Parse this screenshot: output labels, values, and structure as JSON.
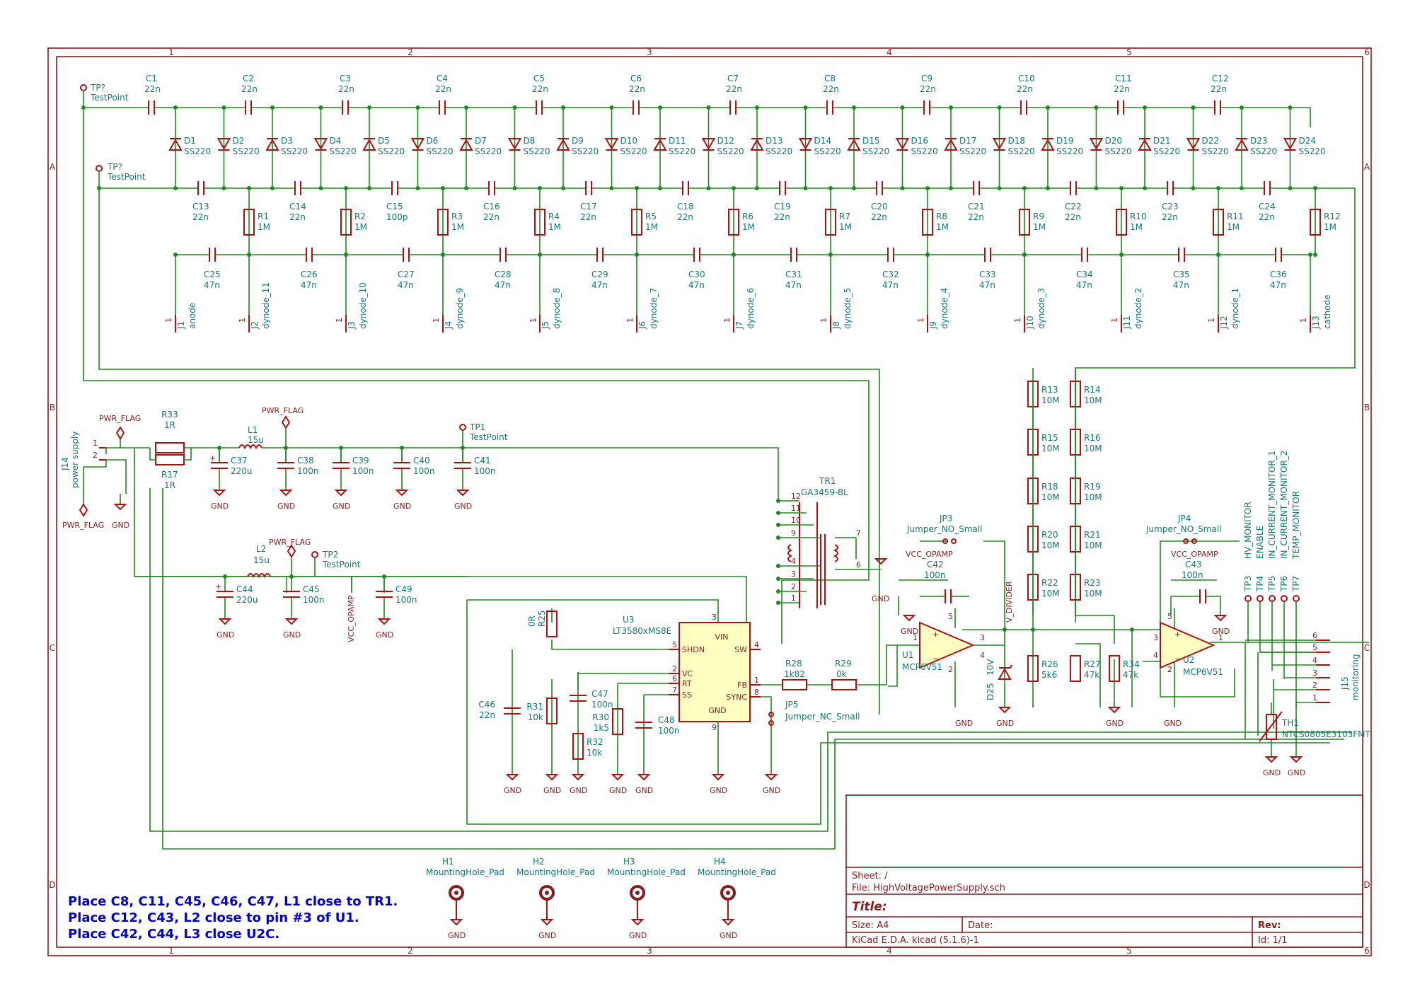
{
  "sheet_grid": {
    "cols": [
      "1",
      "2",
      "3",
      "4",
      "5",
      "6"
    ],
    "rows": [
      "A",
      "B",
      "C",
      "D"
    ]
  },
  "notes": [
    "Place C8, C11, C45, C46, C47, L1 close to TR1.",
    "Place C12, C43, L2 close to pin #3 of U1.",
    "Place C42, C44, L3 close U2C."
  ],
  "title_block": {
    "sheet": "Sheet: /",
    "file": "File: HighVoltagePowerSupply.sch",
    "title": "Title:",
    "size": "Size: A4",
    "date": "Date:",
    "rev": "Rev:",
    "tool": "KiCad E.D.A.  kicad (5.1.6)-1",
    "id": "Id: 1/1"
  },
  "ladder": {
    "series_caps": [
      {
        "ref": "C1",
        "val": "22n"
      },
      {
        "ref": "C2",
        "val": "22n"
      },
      {
        "ref": "C3",
        "val": "22n"
      },
      {
        "ref": "C4",
        "val": "22n"
      },
      {
        "ref": "C5",
        "val": "22n"
      },
      {
        "ref": "C6",
        "val": "22n"
      },
      {
        "ref": "C7",
        "val": "22n"
      },
      {
        "ref": "C8",
        "val": "22n"
      },
      {
        "ref": "C9",
        "val": "22n"
      },
      {
        "ref": "C10",
        "val": "22n"
      },
      {
        "ref": "C11",
        "val": "22n"
      },
      {
        "ref": "C12",
        "val": "22n"
      }
    ],
    "diodes": [
      "D1",
      "D2",
      "D3",
      "D4",
      "D5",
      "D6",
      "D7",
      "D8",
      "D9",
      "D10",
      "D11",
      "D12",
      "D13",
      "D14",
      "D15",
      "D16",
      "D17",
      "D18",
      "D19",
      "D20",
      "D21",
      "D22",
      "D23",
      "D24"
    ],
    "diode_val": "SS220",
    "mid_caps": [
      {
        "ref": "C13",
        "val": "22n"
      },
      {
        "ref": "C14",
        "val": "22n"
      },
      {
        "ref": "C15",
        "val": "100p"
      },
      {
        "ref": "C16",
        "val": "22n"
      },
      {
        "ref": "C17",
        "val": "22n"
      },
      {
        "ref": "C18",
        "val": "22n"
      },
      {
        "ref": "C19",
        "val": "22n"
      },
      {
        "ref": "C20",
        "val": "22n"
      },
      {
        "ref": "C21",
        "val": "22n"
      },
      {
        "ref": "C22",
        "val": "22n"
      },
      {
        "ref": "C23",
        "val": "22n"
      },
      {
        "ref": "C24",
        "val": "22n"
      }
    ],
    "resistors": [
      {
        "ref": "R1",
        "val": "1M"
      },
      {
        "ref": "R2",
        "val": "1M"
      },
      {
        "ref": "R3",
        "val": "1M"
      },
      {
        "ref": "R4",
        "val": "1M"
      },
      {
        "ref": "R5",
        "val": "1M"
      },
      {
        "ref": "R6",
        "val": "1M"
      },
      {
        "ref": "R7",
        "val": "1M"
      },
      {
        "ref": "R8",
        "val": "1M"
      },
      {
        "ref": "R9",
        "val": "1M"
      },
      {
        "ref": "R10",
        "val": "1M"
      },
      {
        "ref": "R11",
        "val": "1M"
      },
      {
        "ref": "R12",
        "val": "1M"
      }
    ],
    "low_caps": [
      {
        "ref": "C25",
        "val": "47n"
      },
      {
        "ref": "C26",
        "val": "47n"
      },
      {
        "ref": "C27",
        "val": "47n"
      },
      {
        "ref": "C28",
        "val": "47n"
      },
      {
        "ref": "C29",
        "val": "47n"
      },
      {
        "ref": "C30",
        "val": "47n"
      },
      {
        "ref": "C31",
        "val": "47n"
      },
      {
        "ref": "C32",
        "val": "47n"
      },
      {
        "ref": "C33",
        "val": "47n"
      },
      {
        "ref": "C34",
        "val": "47n"
      },
      {
        "ref": "C35",
        "val": "47n"
      },
      {
        "ref": "C36",
        "val": "47n"
      }
    ],
    "connectors": [
      {
        "ref": "J1",
        "net": "anode"
      },
      {
        "ref": "J2",
        "net": "dynode_11"
      },
      {
        "ref": "J3",
        "net": "dynode_10"
      },
      {
        "ref": "J4",
        "net": "dynode_9"
      },
      {
        "ref": "J5",
        "net": "dynode_8"
      },
      {
        "ref": "J6",
        "net": "dynode_7"
      },
      {
        "ref": "J7",
        "net": "dynode_6"
      },
      {
        "ref": "J8",
        "net": "dynode_5"
      },
      {
        "ref": "J9",
        "net": "dynode_4"
      },
      {
        "ref": "J10",
        "net": "dynode_3"
      },
      {
        "ref": "J11",
        "net": "dynode_2"
      },
      {
        "ref": "J12",
        "net": "dynode_1"
      },
      {
        "ref": "J13",
        "net": "cathode"
      }
    ]
  },
  "testpoints": {
    "tp_top": {
      "ref": "TP?",
      "val": "TestPoint"
    },
    "tp_mid": {
      "ref": "TP?",
      "val": "TestPoint"
    },
    "tp1": {
      "ref": "TP1",
      "val": "TestPoint"
    },
    "tp2": {
      "ref": "TP2",
      "val": "TestPoint"
    }
  },
  "supply": {
    "j14": {
      "ref": "J14",
      "val": "power supply"
    },
    "r33": {
      "ref": "R33",
      "val": "1R"
    },
    "r17": {
      "ref": "R17",
      "val": "1R"
    },
    "l1": {
      "ref": "L1",
      "val": "15u"
    },
    "c37": {
      "ref": "C37",
      "val": "220u"
    },
    "c38": {
      "ref": "C38",
      "val": "100n"
    },
    "c39": {
      "ref": "C39",
      "val": "100n"
    },
    "c40": {
      "ref": "C40",
      "val": "100n"
    },
    "c41": {
      "ref": "C41",
      "val": "100n"
    },
    "l2": {
      "ref": "L2",
      "val": "15u"
    },
    "c44": {
      "ref": "C44",
      "val": "220u"
    },
    "c45": {
      "ref": "C45",
      "val": "100n"
    },
    "c49": {
      "ref": "C49",
      "val": "100n"
    },
    "vcc_opamp": "VCC_OPAMP"
  },
  "power": {
    "gnd": "GND",
    "pwr_flag": "PWR_FLAG",
    "vcc_opamp": "VCC_OPAMP",
    "v_divider": "V_DIVIDER"
  },
  "transformer": {
    "ref": "TR1",
    "val": "GA3459-BL",
    "pins_left": [
      "12",
      "11",
      "10",
      "9",
      "4",
      "3",
      "2",
      "1"
    ],
    "pins_right": [
      "7",
      "6"
    ]
  },
  "converter": {
    "u3": {
      "ref": "U3",
      "val": "LT3580xMS8E"
    },
    "pins_left": [
      {
        "n": "5",
        "name": "SHDN"
      },
      {
        "n": "2",
        "name": "VC"
      },
      {
        "n": "6",
        "name": "RT"
      },
      {
        "n": "7",
        "name": "SS"
      }
    ],
    "pins_right": [
      {
        "n": "4",
        "name": "SW"
      },
      {
        "n": "1",
        "name": "FB"
      },
      {
        "n": "8",
        "name": "SYNC"
      }
    ],
    "pin_top": {
      "n": "3",
      "name": "VIN"
    },
    "pin_bottom": {
      "n": "9",
      "name": "GND"
    },
    "r25": {
      "ref": "R25",
      "val": "0R"
    },
    "r31": {
      "ref": "R31",
      "val": "10k"
    },
    "c46": {
      "ref": "C46",
      "val": "22n"
    },
    "c47": {
      "ref": "C47",
      "val": "100n"
    },
    "r32": {
      "ref": "R32",
      "val": "10k"
    },
    "r30": {
      "ref": "R30",
      "val": "1k5"
    },
    "c48": {
      "ref": "C48",
      "val": "100n"
    },
    "r28": {
      "ref": "R28",
      "val": "1k82"
    },
    "r29": {
      "ref": "R29",
      "val": "0k"
    },
    "jp5": {
      "ref": "JP5",
      "val": "Jumper_NC_Small"
    }
  },
  "divider": {
    "left": [
      {
        "ref": "R13",
        "val": "10M"
      },
      {
        "ref": "R15",
        "val": "10M"
      },
      {
        "ref": "R18",
        "val": "10M"
      },
      {
        "ref": "R20",
        "val": "10M"
      },
      {
        "ref": "R22",
        "val": "10M"
      }
    ],
    "right": [
      {
        "ref": "R14",
        "val": "10M"
      },
      {
        "ref": "R16",
        "val": "10M"
      },
      {
        "ref": "R19",
        "val": "10M"
      },
      {
        "ref": "R21",
        "val": "10M"
      },
      {
        "ref": "R23",
        "val": "10M"
      }
    ],
    "r26": {
      "ref": "R26",
      "val": "5k6"
    },
    "r27": {
      "ref": "R27",
      "val": "47k"
    },
    "r34": {
      "ref": "R34",
      "val": "47k"
    }
  },
  "opamps": {
    "u1": {
      "ref": "U1",
      "val": "MCP6V51",
      "pins": {
        "out": "3",
        "inp": "1",
        "inn": "4",
        "vp": "5",
        "vn": "2"
      }
    },
    "u2": {
      "ref": "U2",
      "val": "MCP6V51",
      "pins": {
        "out": "1",
        "inp": "3",
        "inn": "4",
        "vp": "5",
        "vn": "2"
      }
    },
    "c42": {
      "ref": "C42",
      "val": "100n"
    },
    "c43": {
      "ref": "C43",
      "val": "100n"
    },
    "jp3": {
      "ref": "JP3",
      "val": "Jumper_NO_Small"
    },
    "jp4": {
      "ref": "JP4",
      "val": "Jumper_NO_Small"
    },
    "d25": {
      "ref": "D25",
      "val": "10V"
    }
  },
  "monitoring": {
    "j15": {
      "ref": "J15",
      "val": "monitoring"
    },
    "pins": [
      "6",
      "5",
      "4",
      "3",
      "2",
      "1"
    ],
    "testpoints": [
      {
        "ref": "TP3",
        "net": "HV_MONITOR"
      },
      {
        "ref": "TP4",
        "net": "ENABLE"
      },
      {
        "ref": "TP5",
        "net": "IN_CURRENT_MONITOR_1"
      },
      {
        "ref": "TP6",
        "net": "IN_CURRENT_MONITOR_2"
      },
      {
        "ref": "TP7",
        "net": "TEMP_MONITOR"
      }
    ],
    "th1": {
      "ref": "TH1",
      "val": "NTCS0805E3103FMT"
    }
  },
  "mounting": [
    {
      "ref": "H1",
      "val": "MountingHole_Pad"
    },
    {
      "ref": "H2",
      "val": "MountingHole_Pad"
    },
    {
      "ref": "H3",
      "val": "MountingHole_Pad"
    },
    {
      "ref": "H4",
      "val": "MountingHole_Pad"
    }
  ]
}
